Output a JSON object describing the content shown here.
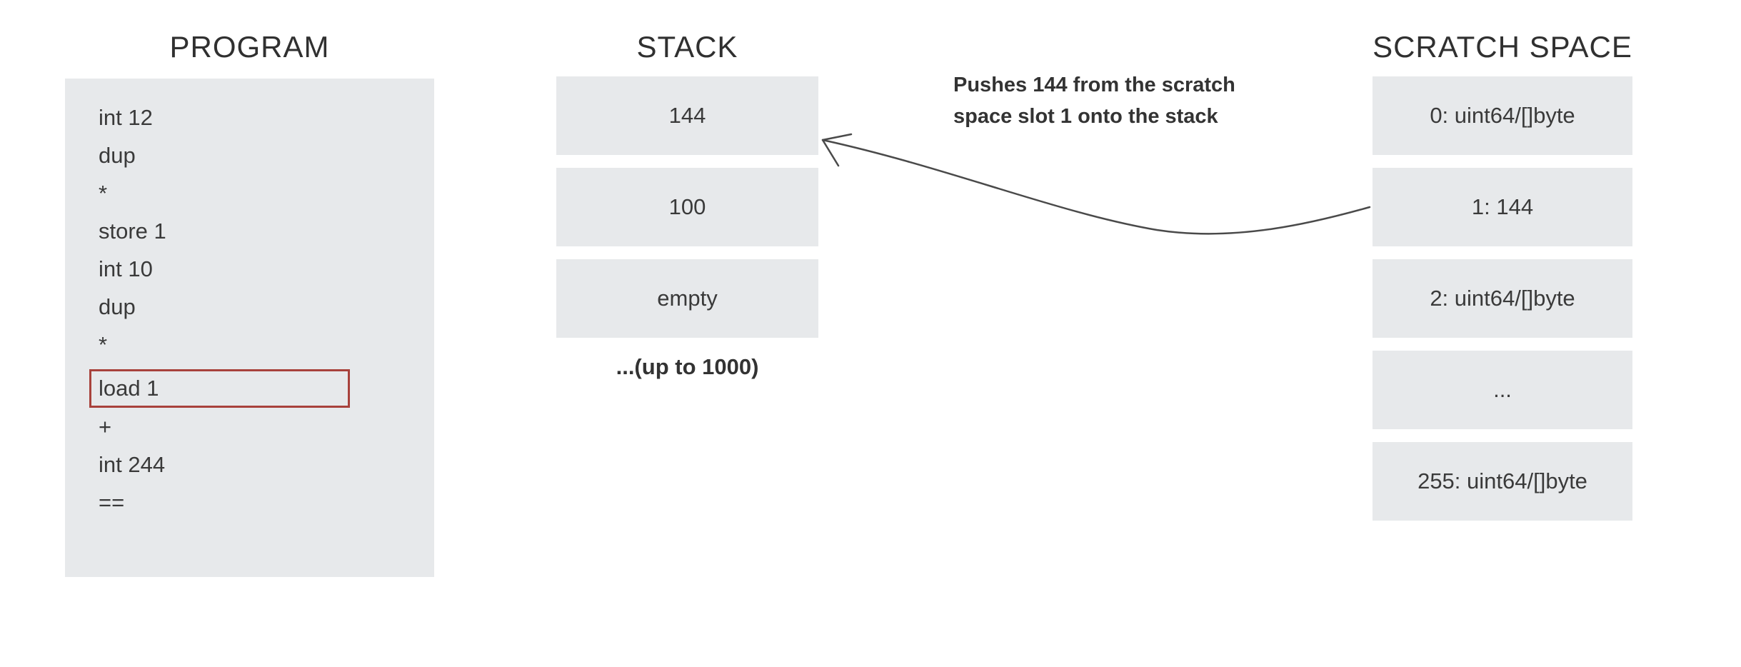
{
  "titles": {
    "program": "PROGRAM",
    "stack": "STACK",
    "scratch": "SCRATCH SPACE"
  },
  "program": {
    "lines": [
      "int 12",
      "dup",
      "*",
      "store 1",
      "int 10",
      "dup",
      "*",
      "load 1",
      "+",
      "int 244",
      "=="
    ],
    "highlighted_index": 7,
    "highlighted_instruction": "load 1"
  },
  "stack": {
    "slots": [
      "144",
      "100",
      "empty"
    ],
    "capacity_note": "...(up to 1000)"
  },
  "scratch": {
    "slots": [
      "0: uint64/[]byte",
      "1: 144",
      "2: uint64/[]byte",
      "...",
      "255: uint64/[]byte"
    ]
  },
  "annotation": {
    "line1": "Pushes 144 from the scratch",
    "line2": "space slot 1 onto the stack"
  },
  "colors": {
    "box_fill": "#e7e9eb",
    "highlight_border": "#a8423c",
    "arrow": "#4a4a4a",
    "text": "#3a3a3a"
  }
}
